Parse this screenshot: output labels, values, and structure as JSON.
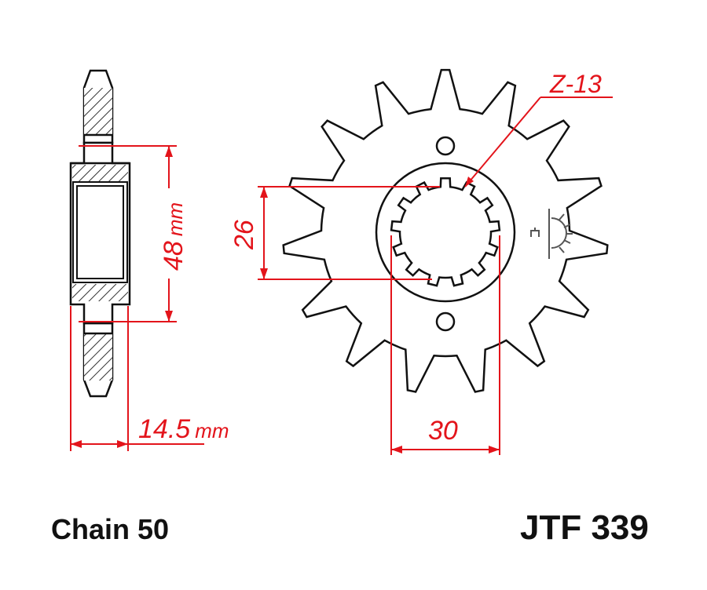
{
  "dimensions": {
    "hub_diameter": "48",
    "hub_unit": "mm",
    "width": "14.5",
    "width_unit": "mm",
    "inner_diameter": "26",
    "outer_spline_diameter": "30",
    "spline_count": "Z-13"
  },
  "footer": {
    "chain": "Chain 50",
    "part_number": "JTF 339"
  },
  "colors": {
    "dimension": "#e3141b",
    "outline": "#111111"
  },
  "icons": [
    "sprocket-logo-icon"
  ]
}
